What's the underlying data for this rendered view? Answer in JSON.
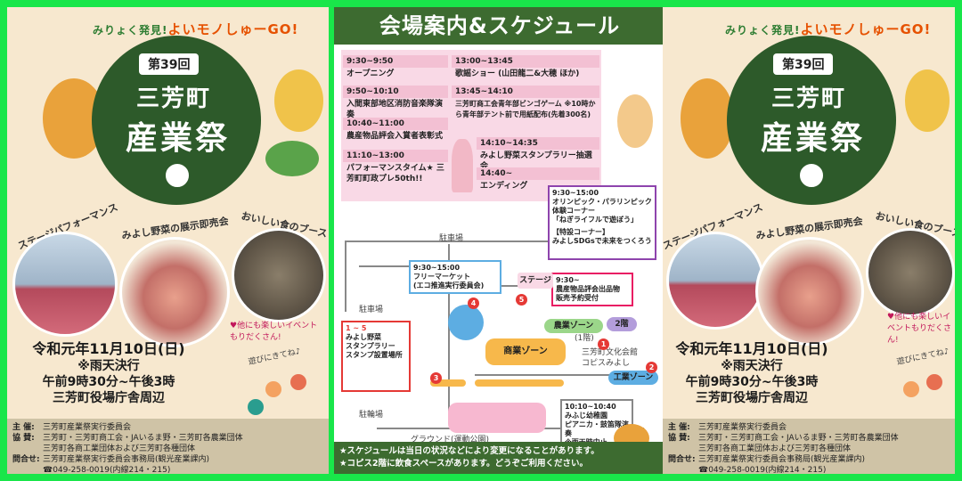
{
  "poster": {
    "arc_text_a": "みりょく発見!",
    "arc_text_b": "よいモノしゅーGO!",
    "edition": "第39回",
    "title_line1": "三芳町",
    "title_line2": "産業祭",
    "label_stage": "ステージパフォーマンス",
    "label_veg": "みよし野菜の展示即売会",
    "label_food": "おいしい食のブース",
    "note_events": "♥他にも楽しいイベントもりだくさん!",
    "note_play": "遊びにきてね♪",
    "date_line": "令和元年11月10日(日)",
    "rain": "※雨天決行",
    "hours": "午前9時30分~午後3時",
    "venue": "三芳町役場庁舎周辺",
    "footer": {
      "k1": "主 催:",
      "v1": "三芳町産業祭実行委員会",
      "k2": "協 賛:",
      "v2": "三芳町・三芳町商工会・JAいるま野・三芳町各農業団体",
      "v2b": "三芳町各商工業団体および三芳町各種団体",
      "k3": "問合せ:",
      "v3": "三芳町産業祭実行委員会事務局(観光産業課内)",
      "v3b": "☎049-258-0019(内線214・215)"
    }
  },
  "center": {
    "header": "会場案内&スケジュール",
    "schedule_left": [
      {
        "time": "9:30~9:50",
        "act": "オープニング"
      },
      {
        "time": "9:50~10:10",
        "act": "入間東部地区消防音楽隊演奏"
      },
      {
        "time": "10:40~11:00",
        "act": "農産物品評会入賞者表彰式"
      },
      {
        "time": "11:10~13:00",
        "act": "パフォーマンスタイム★ 三芳町町政プレ50th!!"
      }
    ],
    "schedule_right": [
      {
        "time": "13:00~13:45",
        "act": "歌謡ショー (山田龍二&大穂 ほか)"
      },
      {
        "time": "13:45~14:10",
        "act": "三芳町商工会青年部ビンゴゲーム ※10時から青年部テント前で用紙配布(先着300名)"
      },
      {
        "time": "14:10~14:35",
        "act": "みよし野菜スタンプラリー抽選会"
      },
      {
        "time": "14:40~",
        "act": "エンディング"
      }
    ],
    "map": {
      "parking_top": "駐車場",
      "parking_left": "駐車場",
      "bike": "駐輪場",
      "ground": "グラウンド(運動公園)",
      "flea_time": "9:30~15:00",
      "flea_name": "フリーマーケット",
      "flea_org": "(エコ推進実行委員会)",
      "olym_time": "9:30~15:00",
      "olym_1": "オリンピック・パラリンピック",
      "olym_2": "体験コーナー",
      "olym_3": "「ねぎライフルで遊ぼう」",
      "olym_4": "【特設コーナー】",
      "olym_5": "みよしSDGsで未来をつくろう",
      "stamp_range": "1 ~ 5",
      "stamp_1": "みよし野菜",
      "stamp_2": "スタンプラリー",
      "stamp_3": "スタンプ設置場所",
      "stage": "ステージ",
      "ag_time": "9:30~",
      "ag_1": "農産物品評会出品物",
      "ag_2": "販売予約受付",
      "ag_zone": "農業ゾーン",
      "floor1": "(1階)",
      "floor2": "2階",
      "hall": "三芳町文化会館",
      "kopis": "コピスみよし",
      "shop_zone": "商業ゾーン",
      "ind_zone": "工業ゾーン",
      "kinder_time": "10:10~10:40",
      "kinder_1": "みふじ幼稚園",
      "kinder_2": "ピアニカ・鼓笛隊演奏",
      "kinder_3": "※雨天時中止"
    },
    "foot1": "★スケジュールは当日の状況などにより変更になることがあります。",
    "foot2": "★コピス2階に飲食スペースがあります。どうぞご利用ください。"
  },
  "colors": {
    "frame": "#19e64a",
    "green": "#2d5a2a",
    "cream": "#f7e8cf",
    "pink": "#f9d9e6"
  }
}
